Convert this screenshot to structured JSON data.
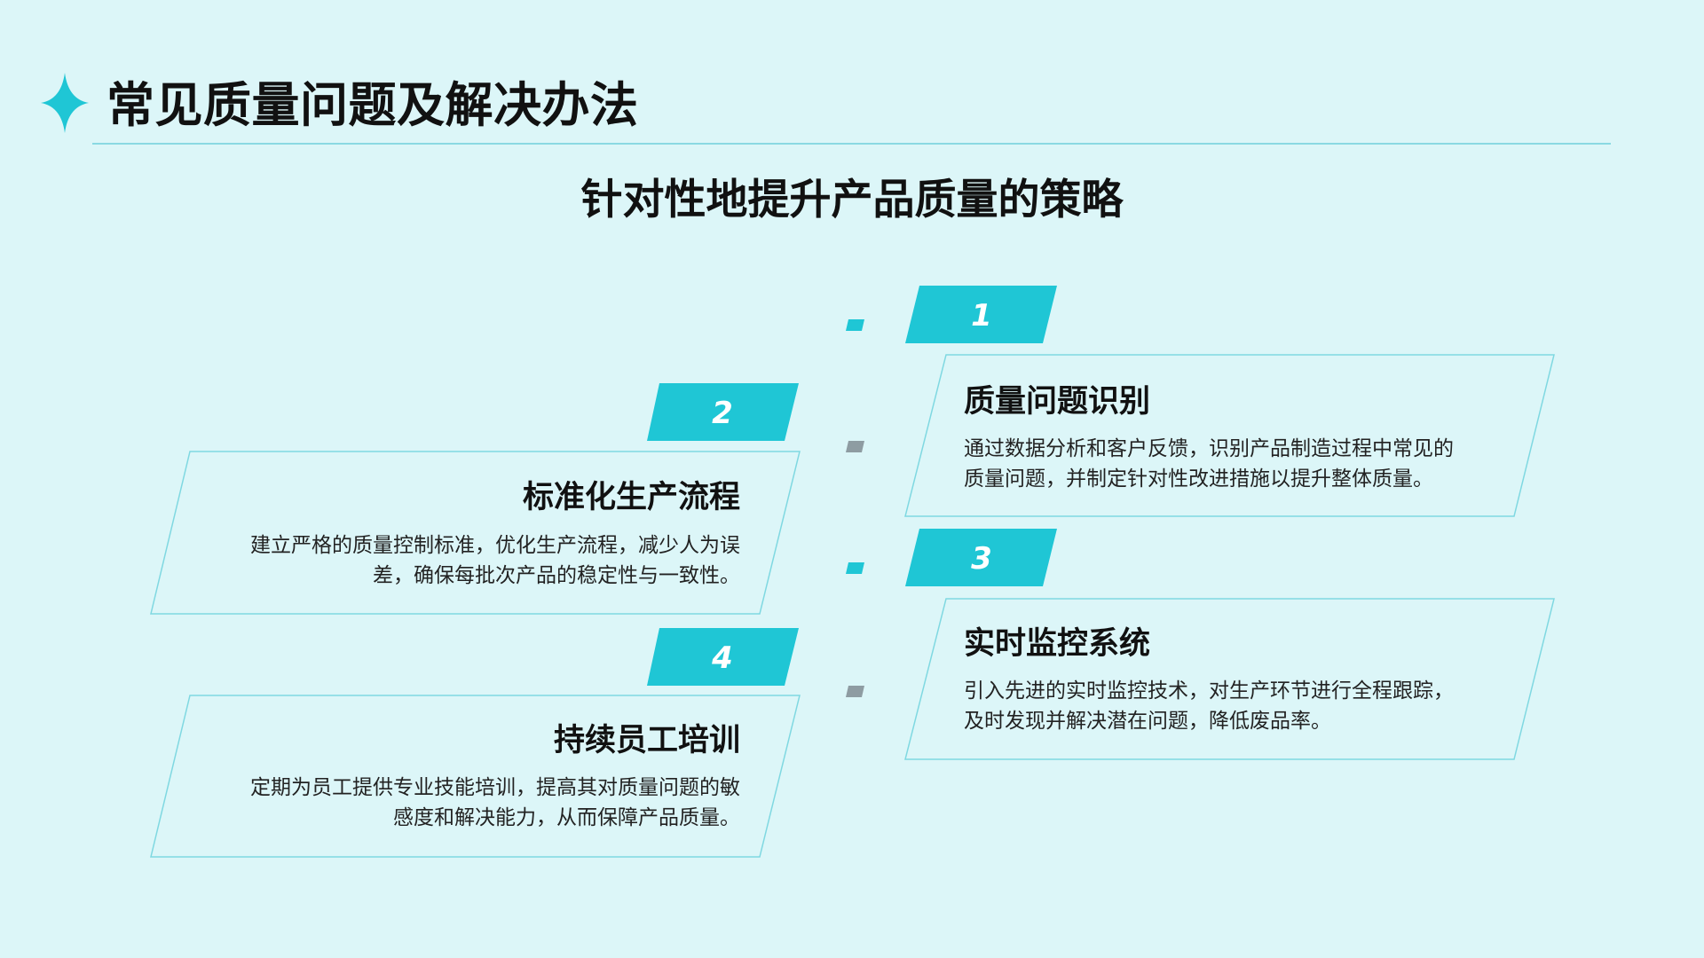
{
  "header": {
    "title": "常见质量问题及解决办法",
    "subtitle": "针对性地提升产品质量的策略",
    "star_icon": "four-point-star-icon"
  },
  "items": [
    {
      "number": "1",
      "title": "质量问题识别",
      "lines": [
        "通过数据分析和客户反馈，识别产品制造过程中常见的",
        "质量问题，并制定针对性改进措施以提升整体质量。"
      ]
    },
    {
      "number": "2",
      "title": "标准化生产流程",
      "lines": [
        "建立严格的质量控制标准，优化生产流程，减少人为误",
        "差，确保每批次产品的稳定性与一致性。"
      ]
    },
    {
      "number": "3",
      "title": "实时监控系统",
      "lines": [
        "引入先进的实时监控技术，对生产环节进行全程跟踪，",
        "及时发现并解决潜在问题，降低废品率。"
      ]
    },
    {
      "number": "4",
      "title": "持续员工培训",
      "lines": [
        "定期为员工提供专业技能培训，提高其对质量问题的敏",
        "感度和解决能力，从而保障产品质量。"
      ]
    }
  ],
  "colors": {
    "background": "#dcf6f8",
    "accent": "#1fc6d5",
    "card_border": "#7fd8e1",
    "title_rule": "#8ad9e2",
    "marker_gray": "#8e9ca2"
  }
}
